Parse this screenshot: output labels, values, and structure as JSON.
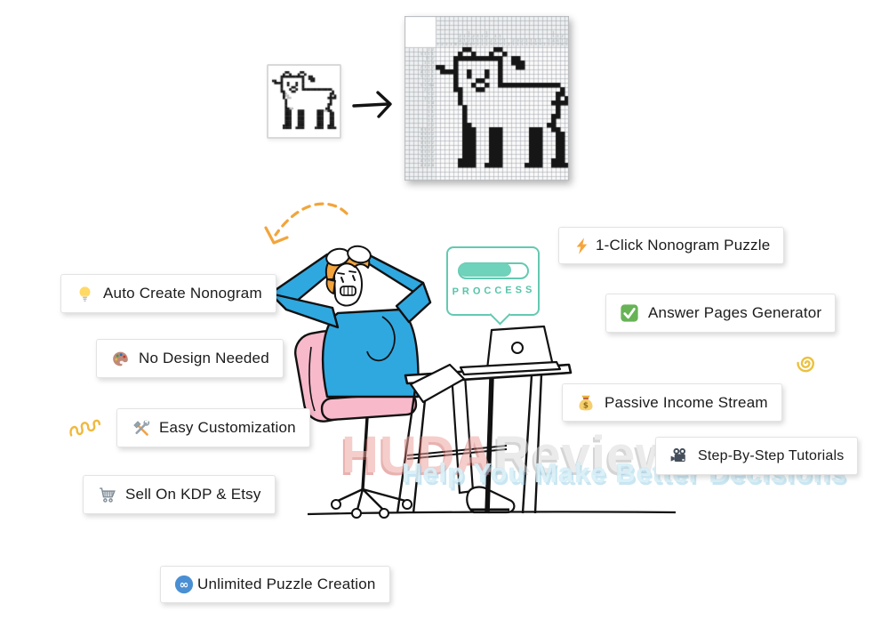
{
  "pipeline": {
    "source_image_alt": "goat pixel art",
    "result_image_alt": "nonogram puzzle of goat"
  },
  "nonogram": {
    "cols": 30,
    "rows": 28,
    "bitmap": [
      "......##.....##...............",
      ".....#..#...#..#..............",
      "....###########..##...........",
      "....#.........#..###..........",
      "##..#.........#...##..........",
      ".####..#...#..#...............",
      "....#..#...#..#...............",
      "....#....##...#...............",
      "....#...#..#..##############..",
      "....##...##.................#.",
      ".....#.....................##.",
      ".....#.....................#.#",
      ".....#....................####",
      "......#....................#..",
      "......#....................#..",
      "......#...................##..",
      "......#...................#...",
      "......##.................##...",
      "......###...###......###..##..",
      "......###...###......###...##.",
      "......###...###......###...##.",
      "......###...###......###...##.",
      "......###...###......###...##.",
      "......###...###......###...##.",
      "......###...###......###...##.",
      ".....####...###......###..###.",
      ".....####..####.....####..####",
      ".............................."
    ],
    "shade_cells": [
      [
        5,
        10
      ],
      [
        6,
        10
      ],
      [
        6,
        11
      ],
      [
        7,
        11
      ],
      [
        7,
        12
      ],
      [
        8,
        12
      ],
      [
        8,
        17
      ],
      [
        9,
        17
      ],
      [
        24,
        18
      ],
      [
        25,
        18
      ]
    ],
    "ink_color": "#161616",
    "grid_color": "#c9cdd1",
    "clue_color": "#9b9fa3"
  },
  "bubble": {
    "label": "PROCCESS",
    "progress_percent": 78,
    "accent_color": "#63c9b2"
  },
  "features": [
    {
      "label": "Auto Create Nonogram",
      "icon": "lightbulb"
    },
    {
      "label": "No Design Needed",
      "icon": "palette"
    },
    {
      "label": "Easy Customization",
      "icon": "tools"
    },
    {
      "label": "Sell On KDP & Etsy",
      "icon": "cart"
    },
    {
      "label": "Unlimited Puzzle Creation",
      "icon": "infinity"
    },
    {
      "label": "1-Click Nonogram Puzzle",
      "icon": "bolt"
    },
    {
      "label": "Answer Pages Generator",
      "icon": "check"
    },
    {
      "label": "Passive Income Stream",
      "icon": "moneybag"
    },
    {
      "label": "Step-By-Step Tutorials",
      "icon": "movie-camera"
    }
  ],
  "watermark": {
    "brand_part1": "HUDA",
    "brand_part2": "Review",
    "tagline": "Help You Make Better Decisions",
    "part1_color": "#eda5a0",
    "part2_color": "#dcdcdc",
    "tagline_color": "#d9eff7"
  },
  "illustration": {
    "description": "man in blue hoodie holding head, pink office chair, desk with laptop",
    "hoodie_color": "#2fa8e0",
    "hair_color": "#f3a43d",
    "chair_color": "#f8b9cb",
    "doodle_color": "#f0b03c"
  }
}
